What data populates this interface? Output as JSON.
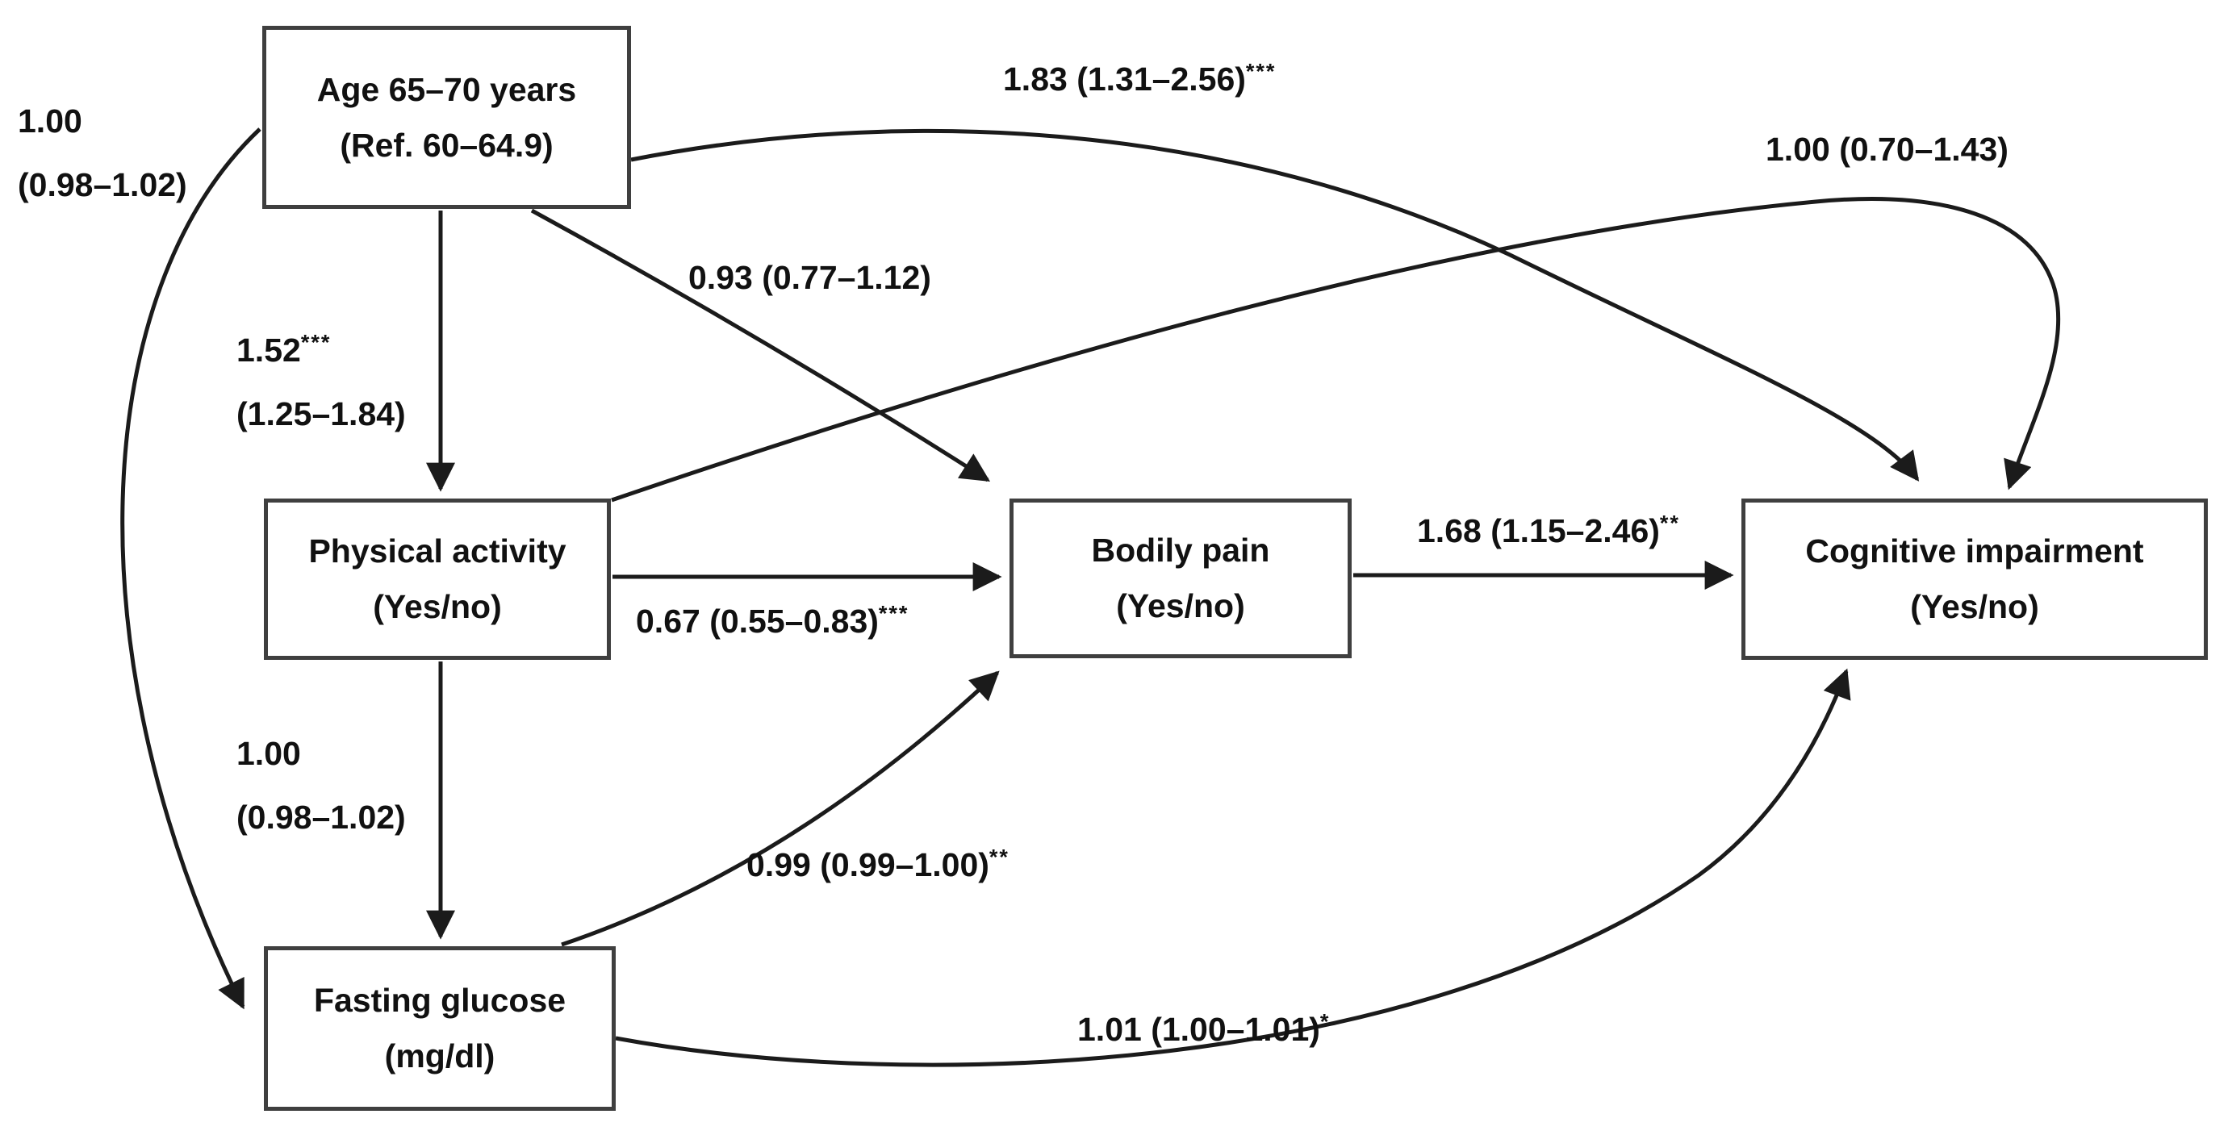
{
  "figure": {
    "background": "#ffffff",
    "ink": "#1b1b1b",
    "nodes": {
      "age": {
        "line1": "Age 65–70 years",
        "line2": "(Ref. 60–64.9)"
      },
      "physical_activity": {
        "line1": "Physical activity",
        "line2": "(Yes/no)"
      },
      "bodily_pain": {
        "line1": "Bodily pain",
        "line2": "(Yes/no)"
      },
      "cognitive_impairment": {
        "line1": "Cognitive impairment",
        "line2": "(Yes/no)"
      },
      "fasting_glucose": {
        "line1": "Fasting glucose",
        "line2": "(mg/dl)"
      }
    },
    "edges": {
      "age_to_cognitive": {
        "from": "age",
        "to": "cognitive_impairment",
        "text": "1.83 (1.31–2.56)",
        "sig": "***"
      },
      "physical_to_cognitive": {
        "from": "physical_activity",
        "to": "cognitive_impairment",
        "text": "1.00 (0.70–1.43)",
        "sig": ""
      },
      "age_to_physical": {
        "from": "age",
        "to": "physical_activity",
        "text": "1.52",
        "sig": "***",
        "text2": "(1.25–1.84)"
      },
      "age_to_fasting": {
        "from": "age",
        "to": "fasting_glucose",
        "text": "1.00",
        "sig": "",
        "text2": "(0.98–1.02)"
      },
      "age_to_pain": {
        "from": "age",
        "to": "bodily_pain",
        "text": "0.93 (0.77–1.12)",
        "sig": ""
      },
      "physical_to_pain": {
        "from": "physical_activity",
        "to": "bodily_pain",
        "text": "0.67 (0.55–0.83)",
        "sig": "***"
      },
      "pain_to_cognitive": {
        "from": "bodily_pain",
        "to": "cognitive_impairment",
        "text": "1.68 (1.15–2.46)",
        "sig": "**"
      },
      "physical_to_fasting": {
        "from": "physical_activity",
        "to": "fasting_glucose",
        "text": "1.00",
        "sig": "",
        "text2": "(0.98–1.02)"
      },
      "fasting_to_pain": {
        "from": "fasting_glucose",
        "to": "bodily_pain",
        "text": "0.99 (0.99–1.00)",
        "sig": "**"
      },
      "fasting_to_cognitive": {
        "from": "fasting_glucose",
        "to": "cognitive_impairment",
        "text": "1.01 (1.00–1.01)",
        "sig": "*"
      }
    }
  }
}
